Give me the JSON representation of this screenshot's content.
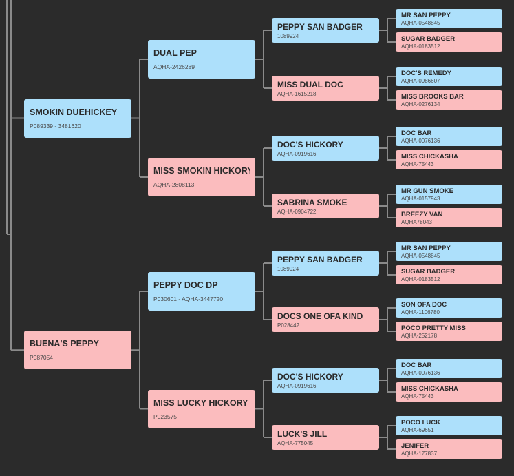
{
  "colors": {
    "background": "#2b2b2b",
    "sire": "#ade0fb",
    "dam": "#fbbcbe",
    "connector": "#8a8a8a"
  },
  "pedigree": {
    "sire": {
      "name": "SMOKIN DUEHICKEY",
      "reg": "P089339 - 3481620",
      "sire": {
        "name": "DUAL PEP",
        "reg": "AQHA-2426289",
        "sire": {
          "name": "PEPPY SAN BADGER",
          "reg": "1089924",
          "sire": {
            "name": "MR SAN PEPPY",
            "reg": "AQHA-0548845"
          },
          "dam": {
            "name": "SUGAR BADGER",
            "reg": "AQHA-0183512"
          }
        },
        "dam": {
          "name": "MISS DUAL DOC",
          "reg": "AQHA-1615218",
          "sire": {
            "name": "DOC'S REMEDY",
            "reg": "AQHA-0986607"
          },
          "dam": {
            "name": "MISS BROOKS BAR",
            "reg": "AQHA-0276134"
          }
        }
      },
      "dam": {
        "name": "MISS SMOKIN HICKORY",
        "reg": "AQHA-2808113",
        "sire": {
          "name": "DOC'S HICKORY",
          "reg": "AQHA-0919616",
          "sire": {
            "name": "DOC BAR",
            "reg": "AQHA-0076136"
          },
          "dam": {
            "name": "MISS CHICKASHA",
            "reg": "AQHA-75443"
          }
        },
        "dam": {
          "name": "SABRINA SMOKE",
          "reg": "AQHA-0904722",
          "sire": {
            "name": "MR GUN SMOKE",
            "reg": "AQHA-0157943"
          },
          "dam": {
            "name": "BREEZY VAN",
            "reg": "AQHA78043"
          }
        }
      }
    },
    "dam": {
      "name": "BUENA'S PEPPY",
      "reg": "P087054",
      "sire": {
        "name": "PEPPY DOC DP",
        "reg": "P030601 - AQHA-3447720",
        "sire": {
          "name": "PEPPY SAN BADGER",
          "reg": "1089924",
          "sire": {
            "name": "MR SAN PEPPY",
            "reg": "AQHA-0548845"
          },
          "dam": {
            "name": "SUGAR BADGER",
            "reg": "AQHA-0183512"
          }
        },
        "dam": {
          "name": "DOCS ONE OFA KIND",
          "reg": "P028442",
          "sire": {
            "name": "SON OFA DOC",
            "reg": "AQHA-1106780"
          },
          "dam": {
            "name": "POCO PRETTY MISS",
            "reg": "AQHA-252178"
          }
        }
      },
      "dam": {
        "name": "MISS LUCKY HICKORY",
        "reg": "P023575",
        "sire": {
          "name": "DOC'S HICKORY",
          "reg": "AQHA-0919616",
          "sire": {
            "name": "DOC BAR",
            "reg": "AQHA-0076136"
          },
          "dam": {
            "name": "MISS CHICKASHA",
            "reg": "AQHA-75443"
          }
        },
        "dam": {
          "name": "LUCK'S JILL",
          "reg": "AQHA-775045",
          "sire": {
            "name": "POCO LUCK",
            "reg": "AQHA-69651"
          },
          "dam": {
            "name": "JENIFER",
            "reg": "AQHA-177837"
          }
        }
      }
    }
  }
}
